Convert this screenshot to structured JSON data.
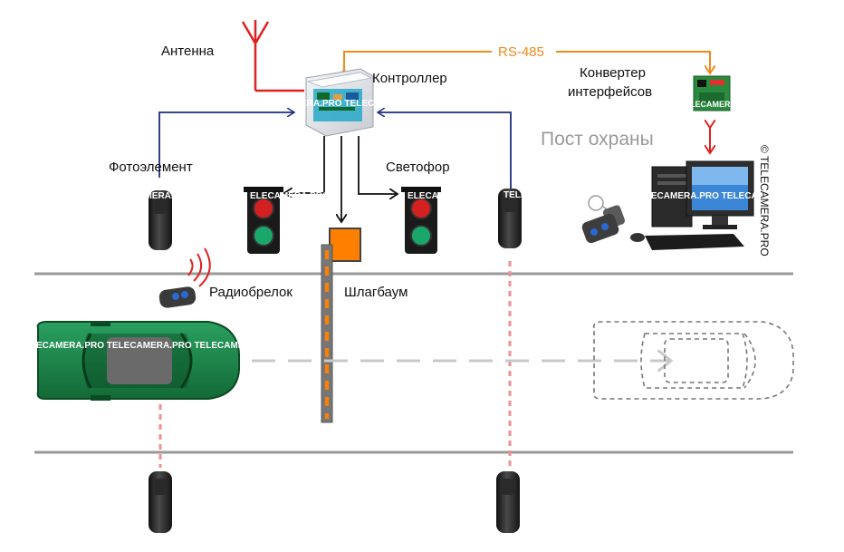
{
  "labels": {
    "antenna": "Антенна",
    "controller": "Контроллер",
    "rs485": "RS-485",
    "converter_line1": "Конвертер",
    "converter_line2": "интерфейсов",
    "guard_post": "Пост охраны",
    "photocell": "Фотоэлемент",
    "traffic_light": "Светофор",
    "remote": "Радиобрелок",
    "barrier": "Шлагбаум",
    "copyright": "© TELECAMERA.PRO"
  },
  "watermarks": {
    "controller": "ERA.PRO TELECA",
    "converter": "LECAMERA.PR",
    "photocell_left": "CAMERA.PRO",
    "photocell_right": "TELECAMERA.PRO",
    "traffic_left": "ELECAMERA.PRO",
    "traffic_right": "ELECAMERA.PRO",
    "computer": "TELECAMERA.PRO TELECAMERA.PRO",
    "car": "ECAMERA.PRO TELECAMERA.PRO TELECAMERA.PRO"
  },
  "colors": {
    "signal_line": "#1c2d7a",
    "rs485_line": "#f08a1c",
    "guard_link": "#e02020",
    "beam": "#f09090",
    "road": "#999999",
    "car_green": "#1f8a4c",
    "barrier_orange": "#ff8000",
    "guard_text": "#9a9a9a"
  }
}
